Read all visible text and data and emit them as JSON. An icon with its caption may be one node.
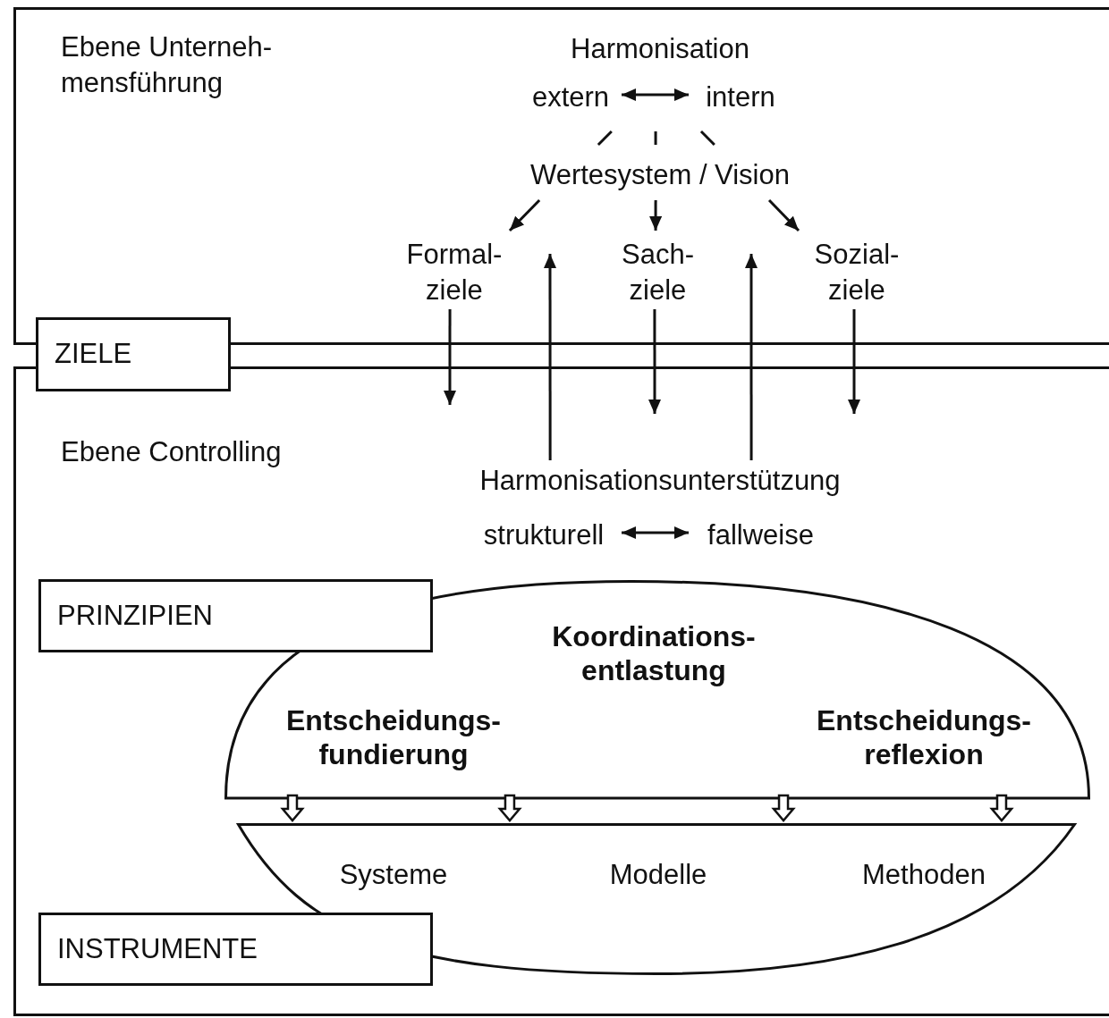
{
  "diagram": {
    "nodes": [
      {
        "text": [
          "Ebene Unterneh- mensführung"
        ]
      },
      {
        "text": [
          "Harmonisation"
        ],
        "in": 0
      },
      {
        "text": [
          "extern"
        ],
        "in": 1
      },
      {
        "text": [
          "intern"
        ],
        "in": 1
      },
      {
        "text": [
          "Wertesystem / Vision"
        ],
        "in": 0
      },
      {
        "text": [
          "Formal- ziele"
        ],
        "in": 0
      },
      {
        "text": [
          "Sach- ziele"
        ],
        "in": 0
      },
      {
        "text": [
          "Sozial- ziele"
        ],
        "in": 0
      },
      {
        "text": [
          "ZIELE"
        ]
      },
      {
        "text": [
          "Ebene Controlling"
        ]
      },
      {
        "text": [
          "Harmonisationsunterstützung"
        ],
        "in": 9
      },
      {
        "text": [
          "strukturell"
        ],
        "in": 10
      },
      {
        "text": [
          "fallweise"
        ],
        "in": 10
      },
      {
        "text": [
          "PRINZIPIEN"
        ],
        "in": 9
      },
      {
        "text": [
          "Koordinations- entlastung",
          "Entscheidungs- fundierung",
          "Entscheidungs- reflexion"
        ],
        "in": 9
      },
      {
        "text": [
          "Systeme",
          "Modelle",
          "Methoden"
        ],
        "in": 9
      },
      {
        "text": [
          "INSTRUMENTE"
        ],
        "in": 9
      }
    ],
    "edges": [
      {
        "from": 2,
        "to": 3,
        "arrow": "both"
      },
      {
        "from": 1,
        "to": 4,
        "arrow": "none"
      },
      {
        "from": 1,
        "to": 4,
        "arrow": "none"
      },
      {
        "from": 1,
        "to": 4,
        "arrow": "none"
      },
      {
        "from": 4,
        "to": 5,
        "arrow": "to"
      },
      {
        "from": 4,
        "to": 6,
        "arrow": "to"
      },
      {
        "from": 4,
        "to": 7,
        "arrow": "to"
      },
      {
        "from": 5,
        "to": null,
        "arrow": "to"
      },
      {
        "from": 6,
        "to": null,
        "arrow": "to"
      },
      {
        "from": 7,
        "to": null,
        "arrow": "to"
      },
      {
        "from": 11,
        "to": 12,
        "arrow": "both"
      },
      {
        "from": 10,
        "to": null,
        "arrow": "to"
      },
      {
        "from": 10,
        "to": null,
        "arrow": "to"
      },
      {
        "from": 14,
        "to": 15,
        "arrow": "to",
        "style": "thick"
      },
      {
        "from": 14,
        "to": 15,
        "arrow": "to",
        "style": "thick"
      },
      {
        "from": 14,
        "to": 15,
        "arrow": "to",
        "style": "thick"
      },
      {
        "from": 14,
        "to": 15,
        "arrow": "to",
        "style": "thick"
      }
    ]
  }
}
